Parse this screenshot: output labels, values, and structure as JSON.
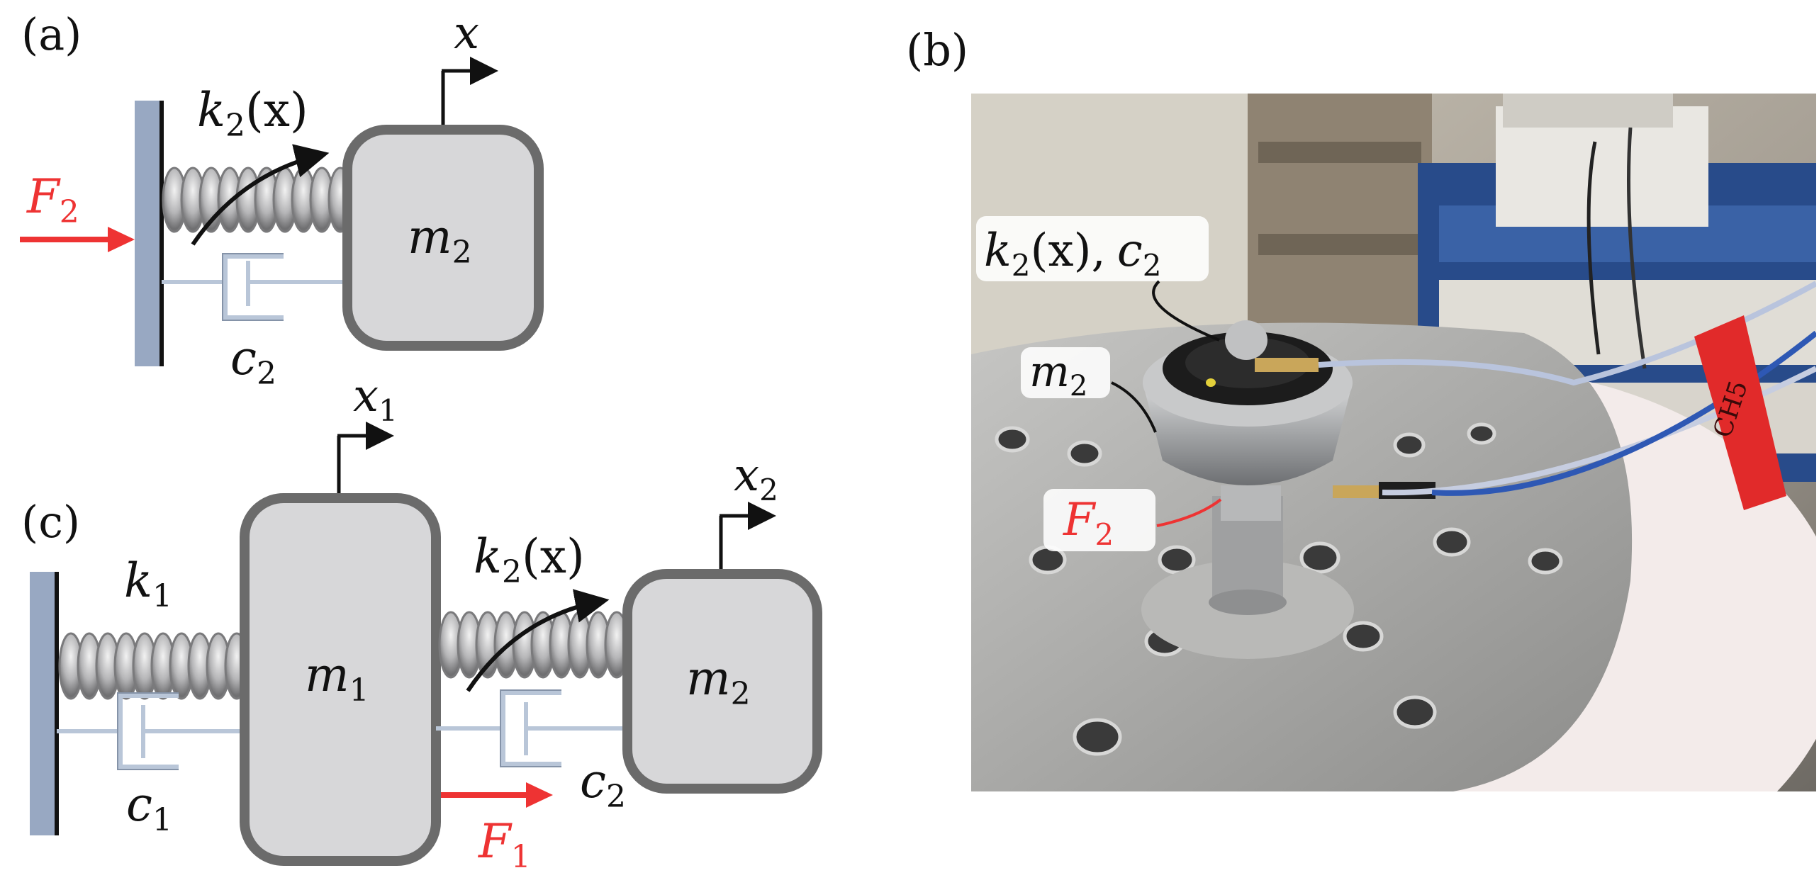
{
  "panel_labels": {
    "a": "(a)",
    "b": "(b)",
    "c": "(c)"
  },
  "panel_a": {
    "coordinate": "x",
    "mass": {
      "sym": "m",
      "sub": "2"
    },
    "spring": {
      "sym": "k",
      "sub": "2",
      "arg": "(x)"
    },
    "damper": {
      "sym": "c",
      "sub": "2"
    },
    "force": {
      "sym": "F",
      "sub": "2"
    }
  },
  "panel_b": {
    "label_spring_damper": {
      "k": "k",
      "k_sub": "2",
      "k_arg": "(x),",
      "c": "c",
      "c_sub": "2"
    },
    "label_mass": {
      "sym": "m",
      "sub": "2"
    },
    "label_force": {
      "sym": "F",
      "sub": "2"
    },
    "tape_text": "CH5"
  },
  "panel_c": {
    "coord1": {
      "sym": "x",
      "sub": "1"
    },
    "coord2": {
      "sym": "x",
      "sub": "2"
    },
    "mass1": {
      "sym": "m",
      "sub": "1"
    },
    "mass2": {
      "sym": "m",
      "sub": "2"
    },
    "spring1": {
      "sym": "k",
      "sub": "1"
    },
    "spring2": {
      "sym": "k",
      "sub": "2",
      "arg": "(x)"
    },
    "damper1": {
      "sym": "c",
      "sub": "1"
    },
    "damper2": {
      "sym": "c",
      "sub": "2"
    },
    "force": {
      "sym": "F",
      "sub": "1"
    }
  },
  "colors": {
    "wall": "#98a8c2",
    "mass_fill": "#d7d7d9",
    "mass_stroke": "#6b6b6b",
    "spring": "#b9b9bb",
    "damper": "#b9c6d8",
    "force": "#ee3333",
    "text": "#111111"
  }
}
